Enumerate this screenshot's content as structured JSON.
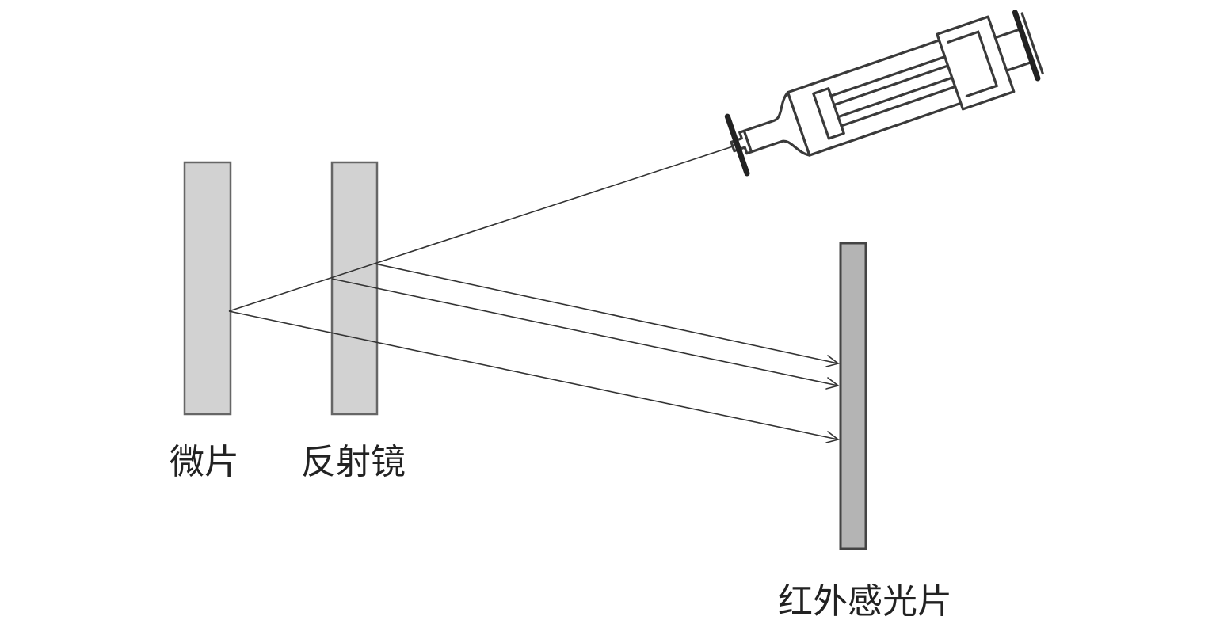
{
  "labels": {
    "microslide": "微片",
    "mirror": "反射镜",
    "ir_sensor": "红外感光片"
  },
  "colors": {
    "microslide_fill": "#d2d2d2",
    "mirror_fill": "#d2d2d2",
    "sensor_fill": "#b4b4b4",
    "ray": "#333333"
  },
  "icons": {
    "emitter": "syringe-icon"
  }
}
